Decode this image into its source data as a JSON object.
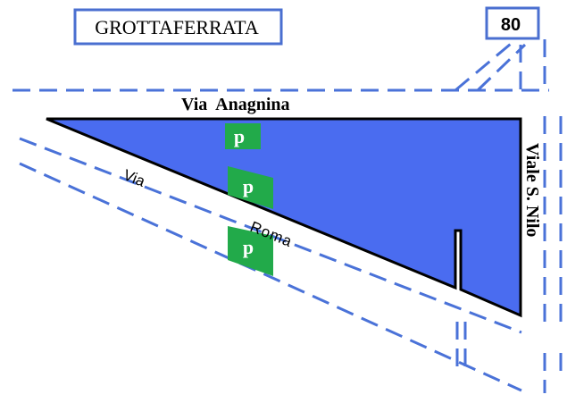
{
  "title": "GROTTAFERRATA",
  "route_number": "80",
  "streets": {
    "via_anagnina": "Via  Anagnina",
    "via_roma_via": "Via",
    "via_roma_roma": "Roma",
    "viale_s_nilo": "Viale S. Nilo"
  },
  "parking": [
    {
      "label": "p"
    },
    {
      "label": "p"
    },
    {
      "label": "p"
    }
  ],
  "colors": {
    "area": "#4a6cf0",
    "road": "#4a72d8",
    "box": "#4a6fd0",
    "parking": "#22aa4a",
    "outline": "#000000"
  }
}
